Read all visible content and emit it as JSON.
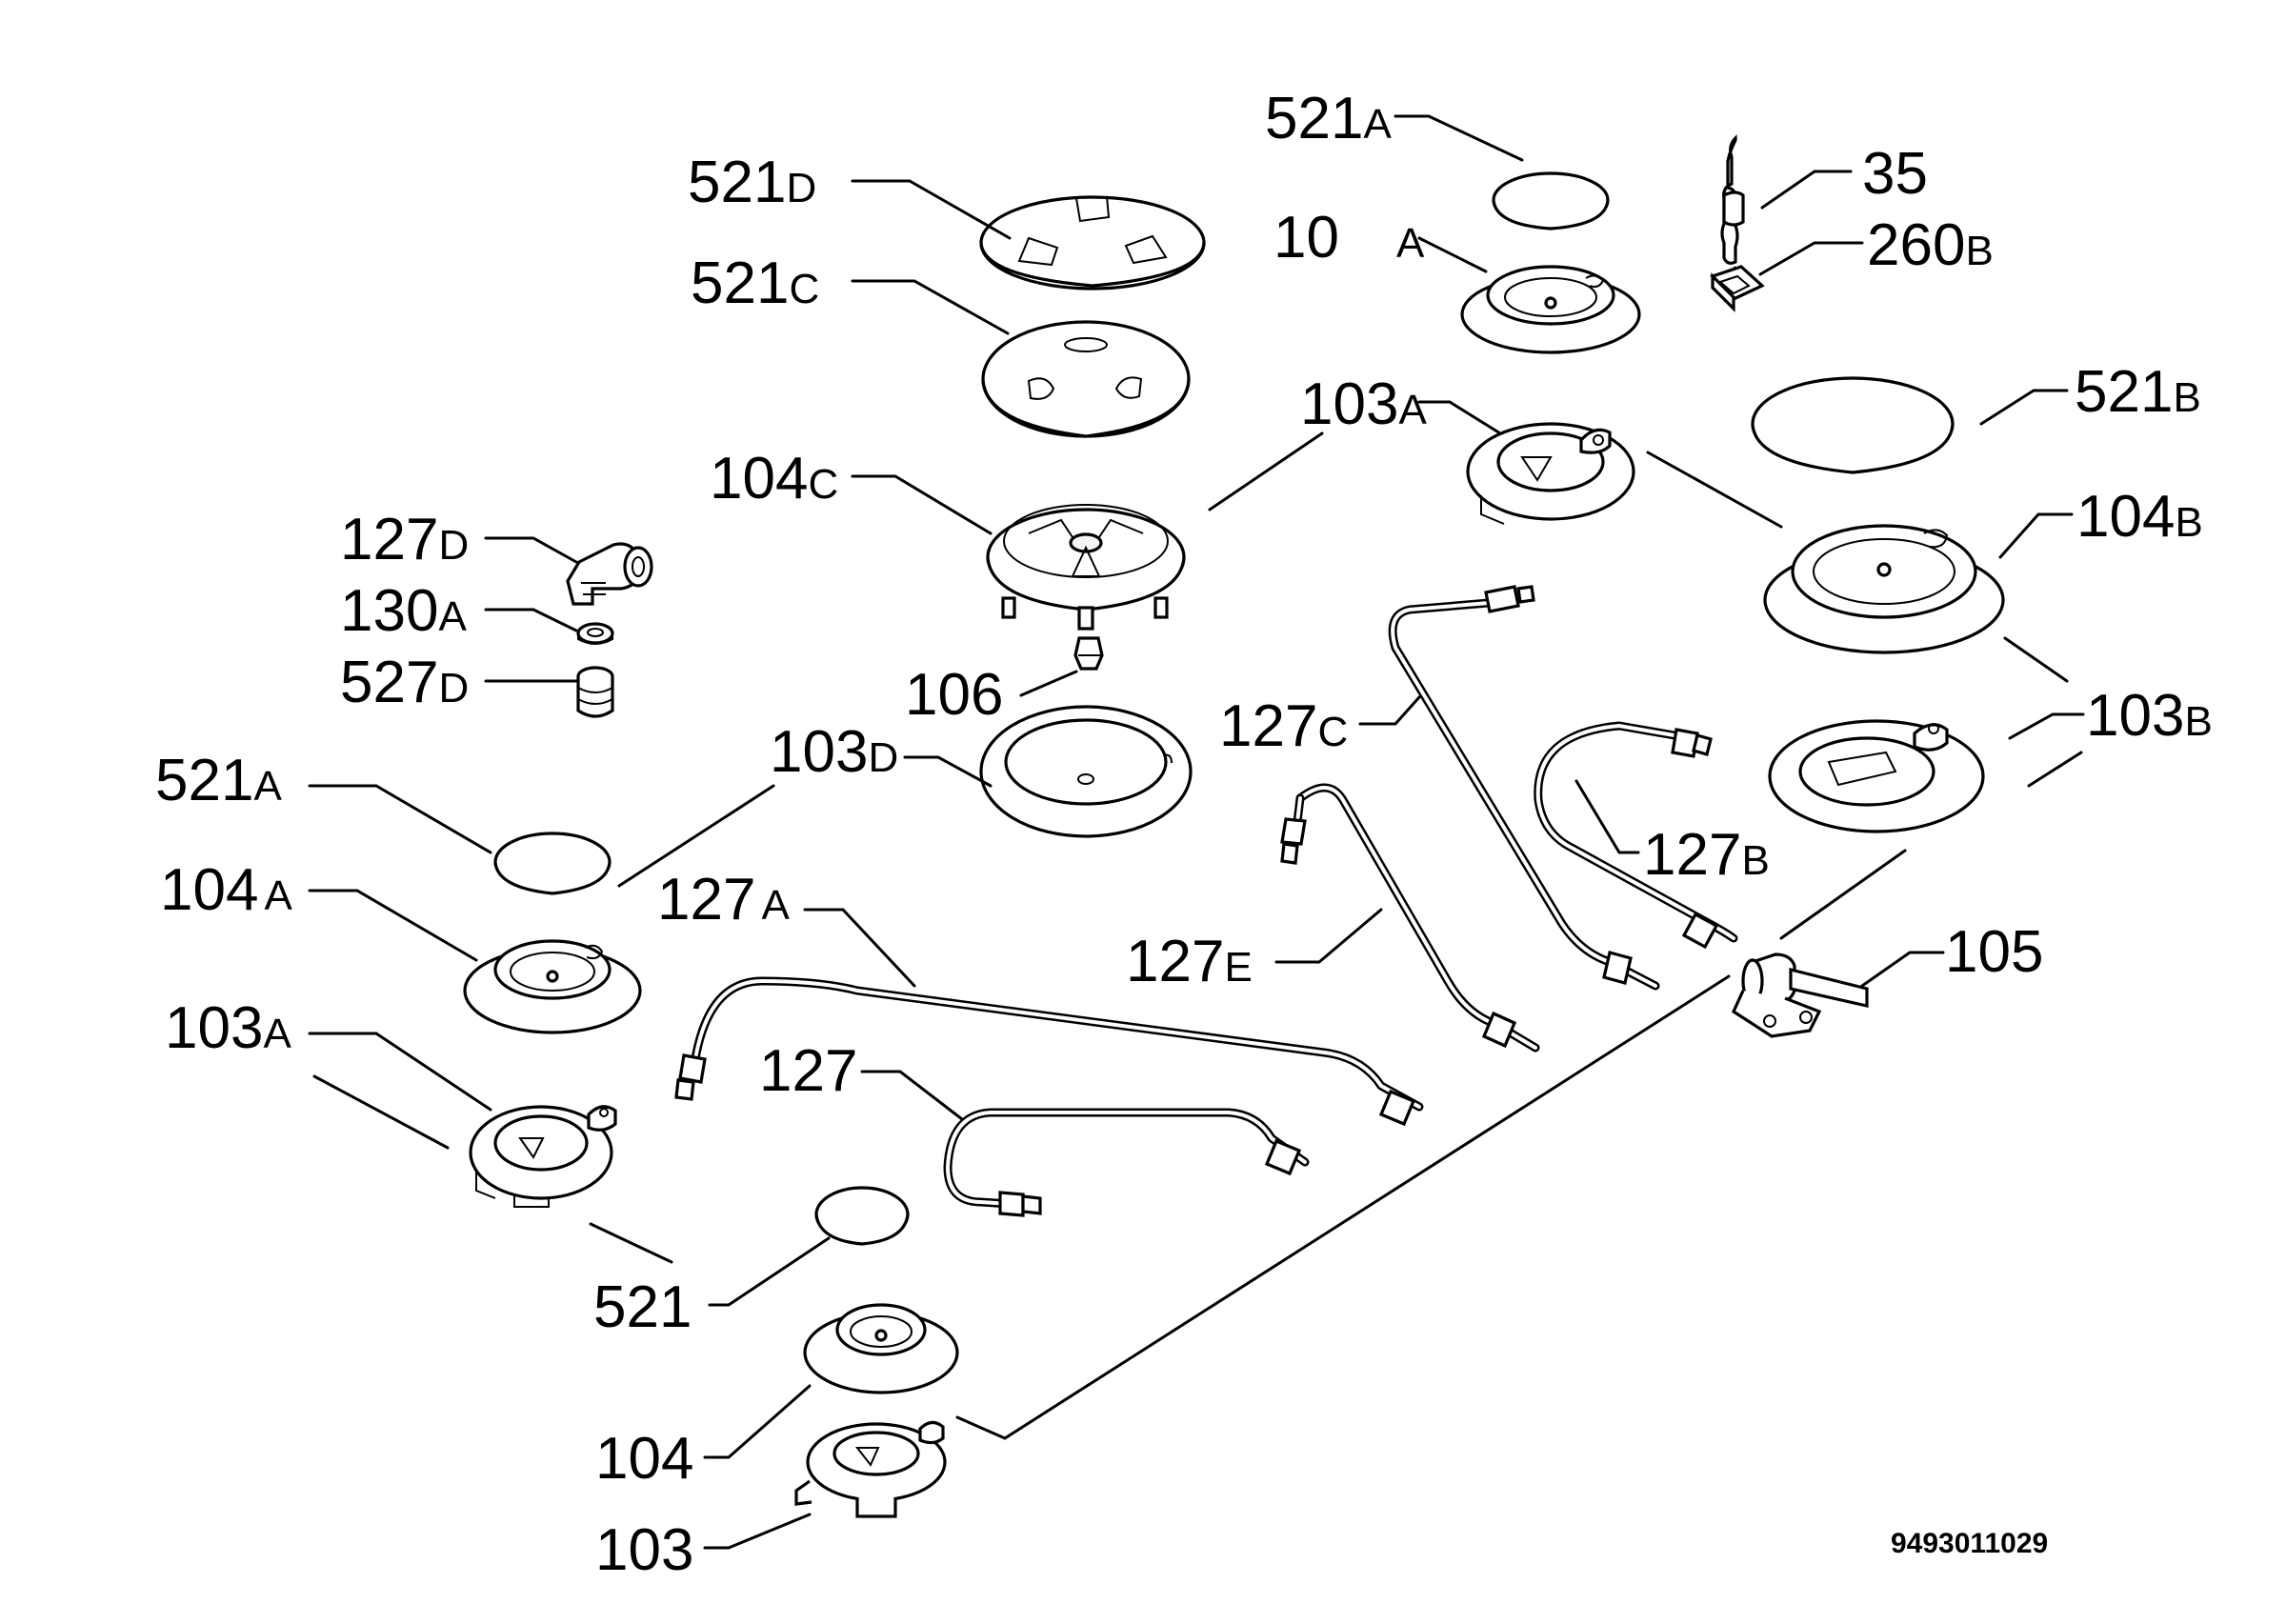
{
  "labels": {
    "l521A_top": {
      "main": "521",
      "sub": "A"
    },
    "l521D": {
      "main": "521",
      "sub": "D"
    },
    "l35": {
      "main": "35",
      "sub": ""
    },
    "l10A": {
      "main": "10",
      "sub": "A"
    },
    "l260B": {
      "main": "260",
      "sub": "B"
    },
    "l521C": {
      "main": "521",
      "sub": "C"
    },
    "l103A_top": {
      "main": "103",
      "sub": "A"
    },
    "l521B": {
      "main": "521",
      "sub": "B"
    },
    "l104C": {
      "main": "104",
      "sub": "C"
    },
    "l104B": {
      "main": "104",
      "sub": "B"
    },
    "l127D": {
      "main": "127",
      "sub": "D"
    },
    "l130A": {
      "main": "130",
      "sub": "A"
    },
    "l527D": {
      "main": "527",
      "sub": "D"
    },
    "l106": {
      "main": "106",
      "sub": ""
    },
    "l127C": {
      "main": "127",
      "sub": "C"
    },
    "l103B": {
      "main": "103",
      "sub": "B"
    },
    "l103D": {
      "main": "103",
      "sub": "D"
    },
    "l521A_left": {
      "main": "521",
      "sub": "A"
    },
    "l127B": {
      "main": "127",
      "sub": "B"
    },
    "l104A": {
      "main": "104",
      "sub": "A"
    },
    "l127A": {
      "main": "127",
      "sub": "A"
    },
    "l127E": {
      "main": "127",
      "sub": "E"
    },
    "l105": {
      "main": "105",
      "sub": ""
    },
    "l103A_left": {
      "main": "103",
      "sub": "A"
    },
    "l127": {
      "main": "127",
      "sub": ""
    },
    "l521": {
      "main": "521",
      "sub": ""
    },
    "l104": {
      "main": "104",
      "sub": ""
    },
    "l103": {
      "main": "103",
      "sub": ""
    }
  },
  "drawing_code": "9493011029"
}
